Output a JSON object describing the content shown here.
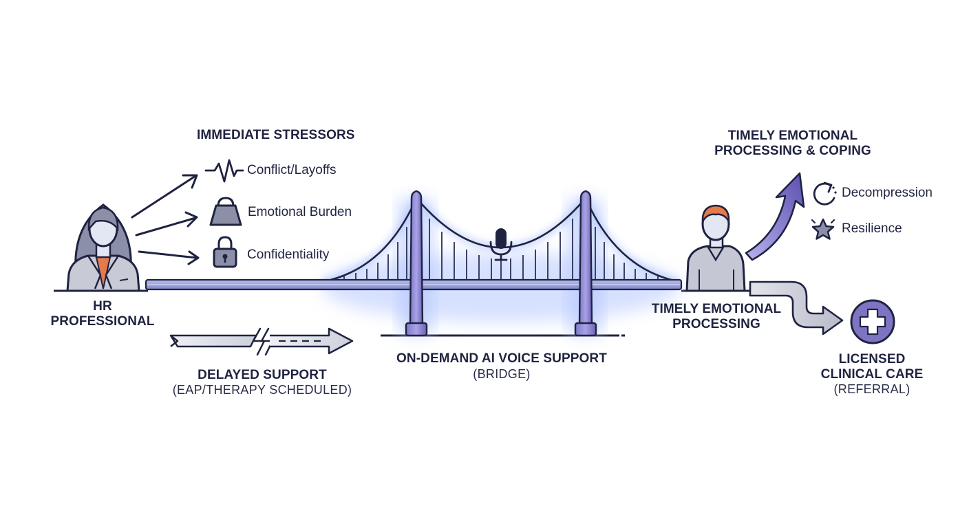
{
  "stressors": {
    "title": "IMMEDIATE STRESSORS",
    "items": [
      {
        "label": "Conflict/Layoffs",
        "icon": "heartbeat-icon"
      },
      {
        "label": "Emotional Burden",
        "icon": "weight-icon"
      },
      {
        "label": "Confidentiality",
        "icon": "padlock-icon"
      }
    ]
  },
  "hr": {
    "line1": "HR",
    "line2": "PROFESSIONAL"
  },
  "delayed": {
    "title": "DELAYED SUPPORT",
    "subtitle": "(EAP/THERAPY SCHEDULED)"
  },
  "bridge": {
    "title": "ON-DEMAND AI VOICE SUPPORT",
    "subtitle": "(BRIDGE)"
  },
  "processing": {
    "line1": "TIMELY EMOTIONAL",
    "line2": "PROCESSING"
  },
  "coping": {
    "line1": "TIMELY EMOTIONAL",
    "line2": "PROCESSING & COPING",
    "items": [
      {
        "label": "Decompression",
        "icon": "refresh-icon"
      },
      {
        "label": "Resilience",
        "icon": "star-icon"
      }
    ]
  },
  "clinical": {
    "line1": "LICENSED",
    "line2": "CLINICAL CARE",
    "subtitle": "(REFERRAL)"
  },
  "colors": {
    "ink": "#1f2340",
    "purple": "#6d63b8",
    "glow": "#8ab0ff",
    "grey": "#c5c7d4",
    "orange": "#e57a4a"
  }
}
